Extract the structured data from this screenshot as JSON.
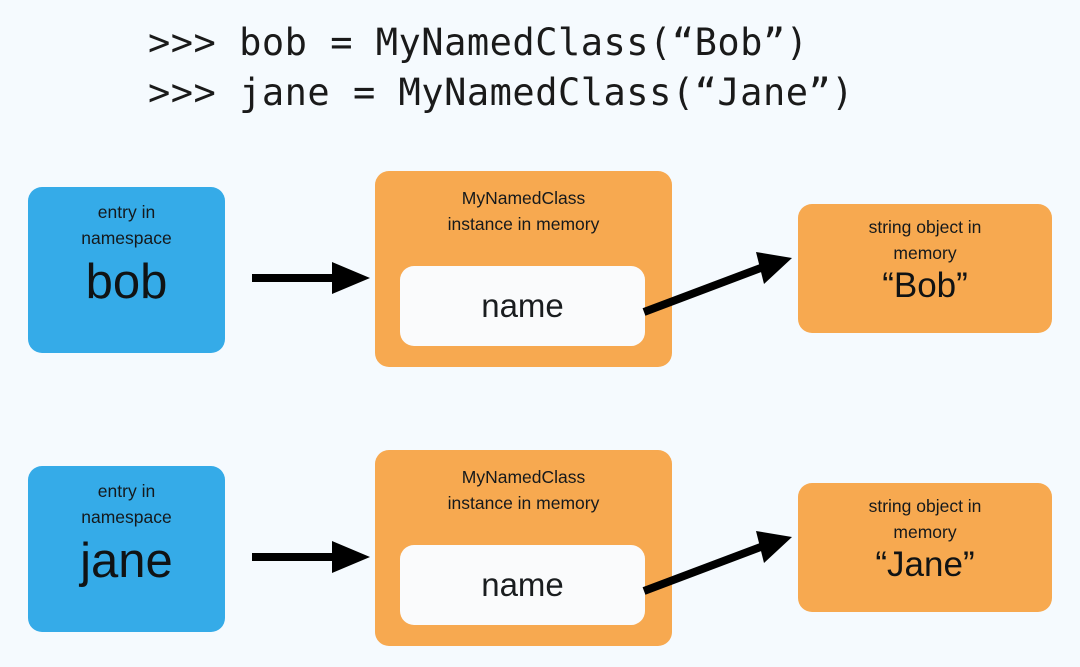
{
  "code": {
    "lines": [
      ">>> bob = MyNamedClass(“Bob”)",
      ">>> jane = MyNamedClass(“Jane”)"
    ]
  },
  "colors": {
    "background": "#f5fafe",
    "namespace_box": "#35abe8",
    "object_box": "#f7a950",
    "attribute_slot": "#fafbfc",
    "arrow": "#000000",
    "text": "#101314"
  },
  "rows": [
    {
      "namespace": {
        "caption_line1": "entry in",
        "caption_line2": "namespace",
        "name": "bob"
      },
      "instance": {
        "caption_line1": "MyNamedClass",
        "caption_line2": "instance in memory",
        "attribute": "name"
      },
      "string_object": {
        "caption_line1": "string object in",
        "caption_line2": "memory",
        "value": "“Bob”"
      },
      "arrows": {
        "namespace_to_instance": "points-right",
        "attribute_to_string": "points-up-right"
      }
    },
    {
      "namespace": {
        "caption_line1": "entry in",
        "caption_line2": "namespace",
        "name": "jane"
      },
      "instance": {
        "caption_line1": "MyNamedClass",
        "caption_line2": "instance in memory",
        "attribute": "name"
      },
      "string_object": {
        "caption_line1": "string object in",
        "caption_line2": "memory",
        "value": "“Jane”"
      },
      "arrows": {
        "namespace_to_instance": "points-right",
        "attribute_to_string": "points-up-right"
      }
    }
  ]
}
